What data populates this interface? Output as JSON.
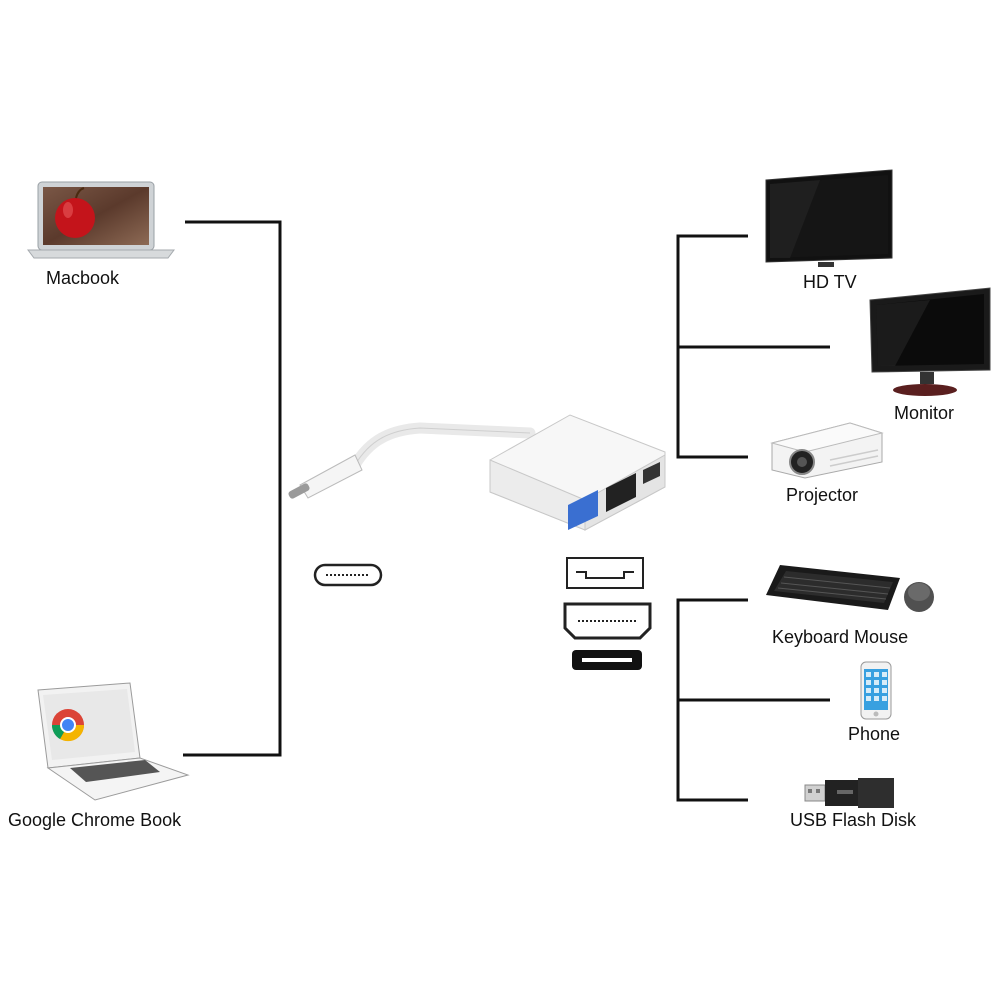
{
  "sources": {
    "macbook": {
      "label": "Macbook",
      "icon": "macbook-laptop-icon"
    },
    "chromebook": {
      "label": "Google Chrome Book",
      "icon": "chromebook-laptop-icon"
    }
  },
  "adapter": {
    "icon": "usb-c-multiport-adapter-icon",
    "input_port_icon": "usb-c-port-icon",
    "output_port_icons": [
      "usb-a-port-icon",
      "hdmi-port-icon",
      "usb-c-port-icon"
    ]
  },
  "display_outputs": [
    {
      "label": "HD TV",
      "icon": "hd-tv-icon"
    },
    {
      "label": "Monitor",
      "icon": "monitor-icon"
    },
    {
      "label": "Projector",
      "icon": "projector-icon"
    }
  ],
  "usb_outputs": [
    {
      "label": "Keyboard Mouse",
      "icon": "keyboard-mouse-icon"
    },
    {
      "label": "Phone",
      "icon": "phone-icon"
    },
    {
      "label": "USB Flash Disk",
      "icon": "usb-flash-disk-icon"
    }
  ],
  "colors": {
    "line": "#111111",
    "adapter": "#f2f2f2",
    "usb_blue": "#3a6fd1"
  }
}
